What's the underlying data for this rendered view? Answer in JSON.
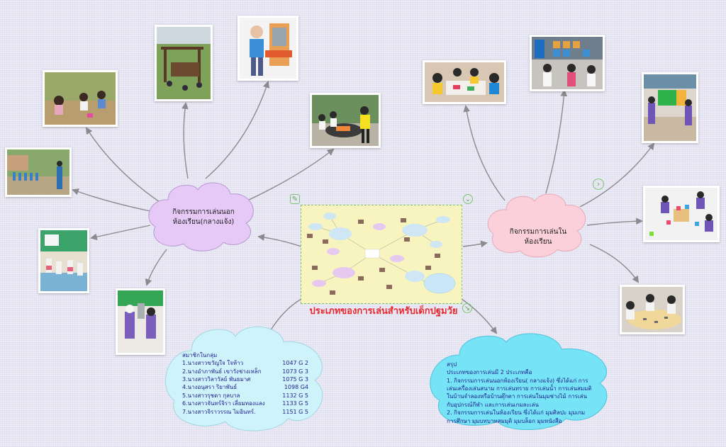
{
  "title": "ประเภทของการเล่นสำหรับเด็กปฐมวัย",
  "nodes": {
    "outdoor": "กิจกรรมการเล่นนอกห้องเรียน(กลางแจ้ง)",
    "indoor": "กิจกรรมการเล่นในห้องเรียน"
  },
  "members": {
    "heading": "สมาชิกในกลุ่ม",
    "list": [
      {
        "name": "1.นางสาวขวัญใจ  ใจห้าว",
        "id": "1047 G 2"
      },
      {
        "name": "2.นางอำภาพันธ์  เขาวังช่างเหล็ก",
        "id": "1073 G 3"
      },
      {
        "name": "3.นางสาววิลาวัลย์ พันธมาศ",
        "id": "1075 G 3"
      },
      {
        "name": "4.นางอนุสรา ริยาพันธ์",
        "id": "1098 G4"
      },
      {
        "name": "5.นางสาวรุชดา กุลบาล",
        "id": "1132 G 5"
      },
      {
        "name": "6.นางสาวจันทร์จิรา เลี่ยมทองแลง",
        "id": "1133 G 5"
      },
      {
        "name": "7.นางสาวจิราวรรณ  ไมอินทร์.",
        "id": "1151 G 5"
      }
    ]
  },
  "summary": {
    "heading": "สรุป",
    "lines": [
      "ประเภทของการเล่นมี 2 ประเภทคือ",
      "1. กิจกรรมการเล่นนอกห้องเรียน( กลางแจ้ง) ซึ่งได้แก่ การ",
      "เล่นเครื่องเล่นสนาม  การเล่นทราย การเล่นน้ำ  การเล่นสมมติ",
      "ในบ้านจำลองหรือบ้านตุ๊กตา การเล่นในมุมช่างไม้ การเล่น",
      "กับอุปกรณ์กีฬา และการเล่นเกมละเล่น",
      "2. กิจกรรมการเล่นในห้องเรียน ซึ่งได้แก่  มุมศิลปะ มุมเกม",
      "การศึกษา มุมบทบาทสมมุติ  มุมบล็อก  มุมหนังสือ"
    ]
  },
  "icons": {
    "edit": "edit-icon",
    "chevron": "chevron-down-icon",
    "next": "chevron-right-icon",
    "expand": "expand-arrow-icon"
  },
  "colors": {
    "outdoor_bubble": "#e6c9f7",
    "indoor_bubble": "#fbd0da",
    "members_bubble": "#cff3fb",
    "summary_bubble": "#76e4f6",
    "center_frame": "#7cc46e",
    "title": "#e8292d",
    "arrow": "#8a8a8f"
  }
}
